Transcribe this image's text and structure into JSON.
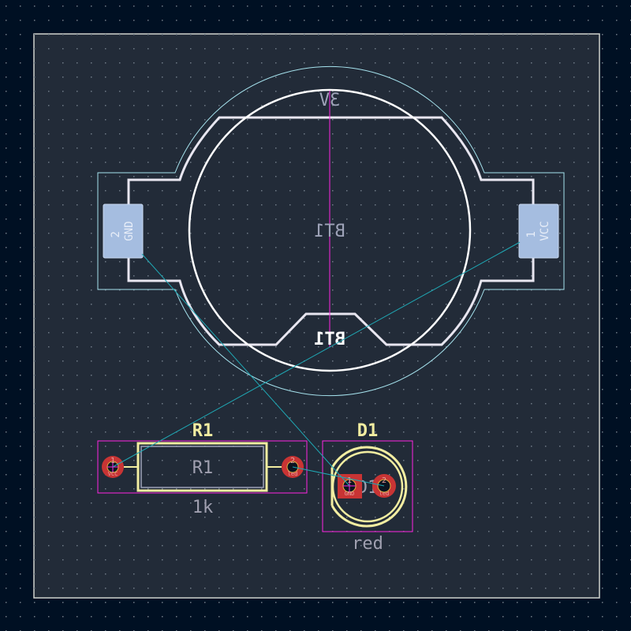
{
  "colors": {
    "background": "#001023",
    "board": "#222b38",
    "edge_cuts": "#d0d2cd",
    "courtyard_front": "#ff26e2",
    "courtyard_back": "#a6e3ee",
    "silkscreen_front": "#f2eda1",
    "silkscreen_back": "#e8e6f0",
    "fab_text": "#a0a0b0",
    "pad_front": "#c83434",
    "pad_back": "#a5bde0",
    "ratsnest": "#1fa8b4"
  },
  "bt1": {
    "reference_fab": "BT1",
    "reference_silk": "BT1",
    "value": "3V",
    "pads": [
      {
        "number": "2",
        "net": "GND"
      },
      {
        "number": "1",
        "net": "VCC"
      }
    ]
  },
  "r1": {
    "reference": "R1",
    "reference_fab": "R1",
    "value": "1k",
    "pads": [
      {
        "number": "1",
        "net": "VCC"
      },
      {
        "number": "2",
        "net": "led"
      }
    ]
  },
  "d1": {
    "reference": "D1",
    "reference_fab": "D1",
    "value": "red",
    "pads": [
      {
        "number": "1",
        "net": "GND"
      },
      {
        "number": "2",
        "net": "led"
      }
    ]
  }
}
